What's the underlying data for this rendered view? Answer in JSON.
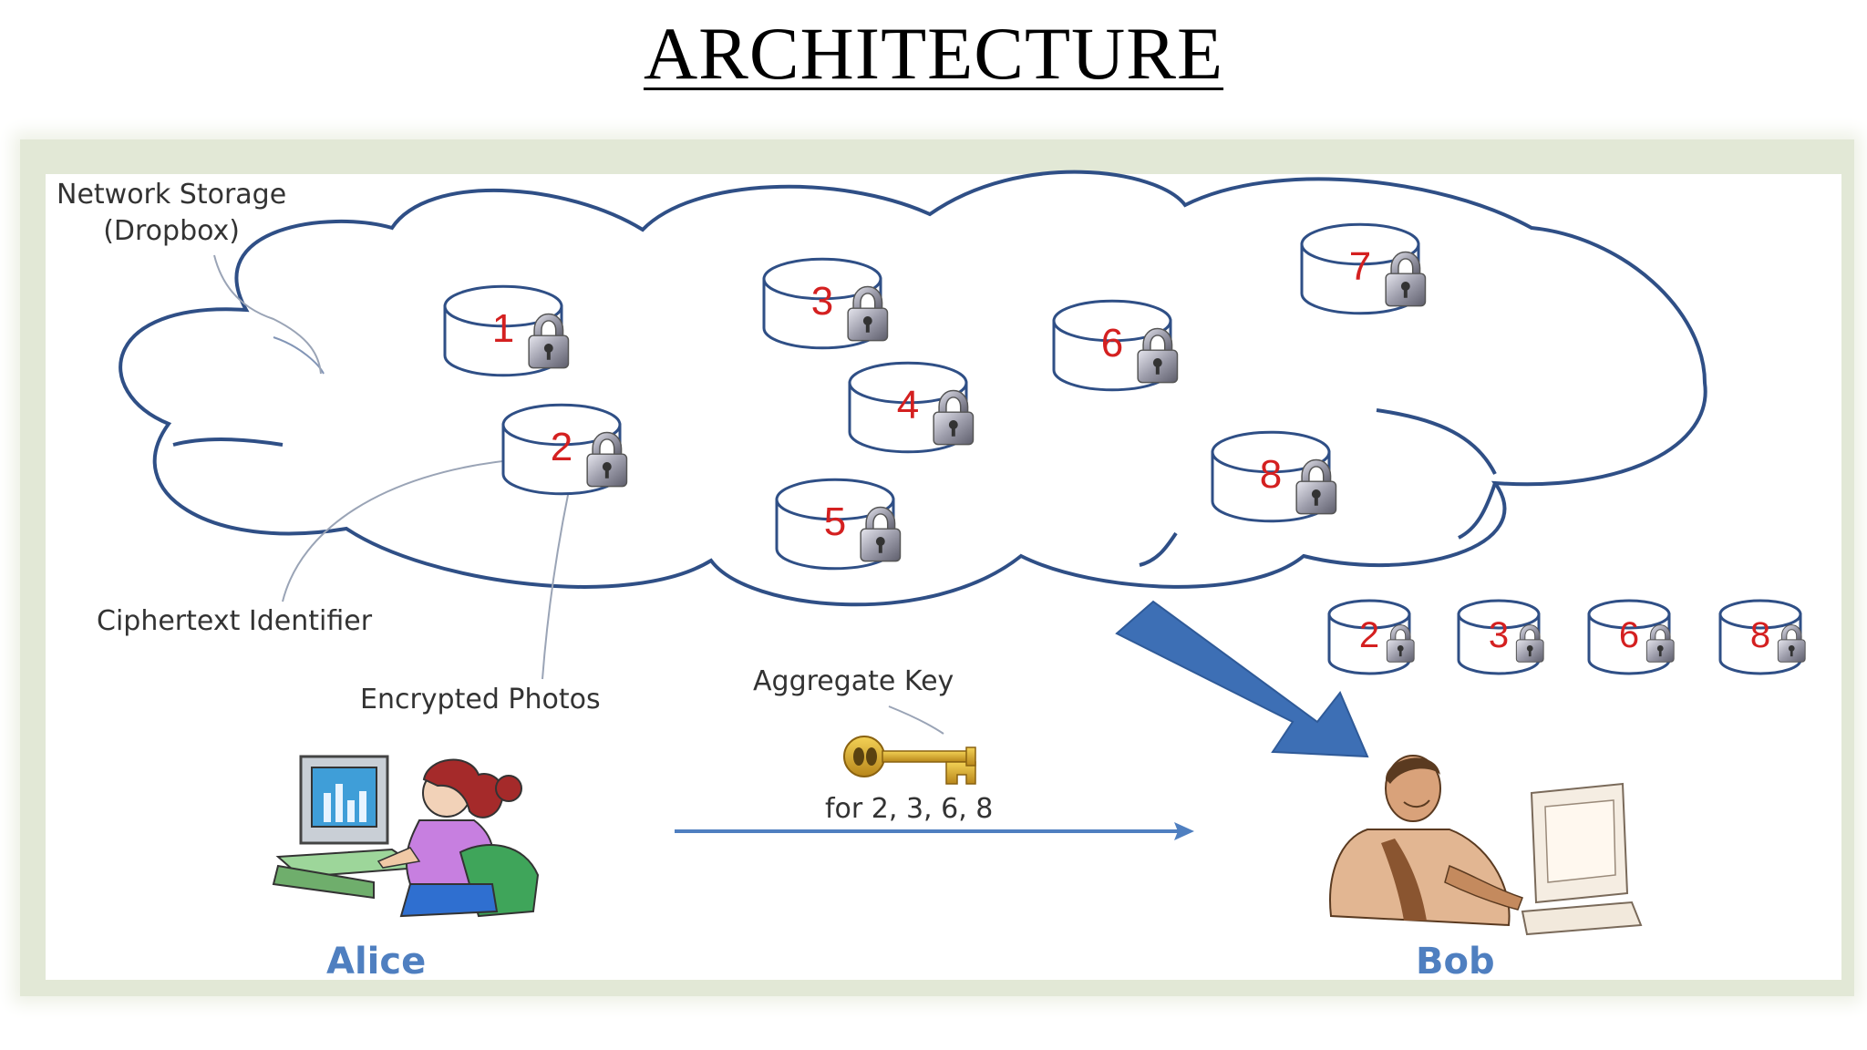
{
  "title": "ARCHITECTURE",
  "labels": {
    "storage_line1": "Network Storage",
    "storage_line2": "(Dropbox)",
    "ciphertext_identifier": "Ciphertext Identifier",
    "encrypted_photos": "Encrypted Photos",
    "aggregate_key": "Aggregate Key",
    "key_for": "for  2, 3, 6, 8"
  },
  "users": {
    "sender": "Alice",
    "receiver": "Bob"
  },
  "cloud_containers": [
    "1",
    "2",
    "3",
    "4",
    "5",
    "6",
    "7",
    "8"
  ],
  "bob_containers": [
    "2",
    "3",
    "6",
    "8"
  ],
  "colors": {
    "cloud_outline": "#2f4f86",
    "container_number": "#d42020",
    "arrow": "#3d6fb5",
    "name_text": "#4f7fc0",
    "frame": "#e2e8d6"
  },
  "icons": [
    "database-icon",
    "padlock-icon",
    "key-icon",
    "big-arrow-icon",
    "alice-computer-icon",
    "bob-computer-icon"
  ]
}
